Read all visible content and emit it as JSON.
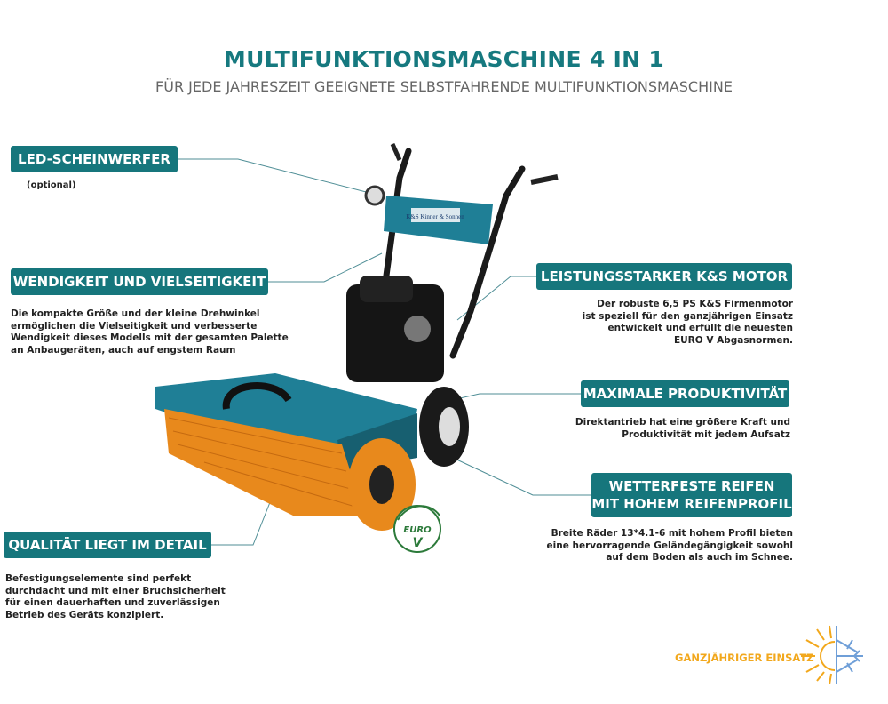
{
  "header": {
    "title": "MULTIFUNKTIONSMASCHINE 4 IN 1",
    "subtitle": "FÜR JEDE JAHRESZEIT GEEIGNETE SELBSTFAHRENDE MULTIFUNKTIONSMASCHINE"
  },
  "features": [
    {
      "label": "LED-SCHEINWERFER",
      "description": "(optional)"
    },
    {
      "label": "WENDIGKEIT UND VIELSEITIGKEIT",
      "description": "Die kompakte Größe und der kleine Drehwinkel\nermöglichen die Vielseitigkeit und verbesserte\nWendigkeit dieses Modells mit der gesamten Palette\nan Anbaugeräten, auch auf engstem Raum"
    },
    {
      "label": "LEISTUNGSSTARKER K&S MOTOR",
      "description": "Der robuste 6,5 PS K&S Firmenmotor\nist speziell für den ganzjährigen Einsatz\nentwickelt und erfüllt die neuesten\nEURO V Abgasnormen."
    },
    {
      "label": "MAXIMALE PRODUKTIVITÄT",
      "description": "Direktantrieb hat eine größere Kraft und\nProduktivität mit jedem Aufsatz"
    },
    {
      "label_line1": "WETTERFESTE REIFEN",
      "label_line2": "MIT HOHEM REIFENPROFIL",
      "description": "Breite Räder 13*4.1-6 mit hohem Profil bieten\neine hervorragende Geländegängigkeit sowohl\nauf dem Boden als auch im Schnee."
    },
    {
      "label": "QUALITÄT LIEGT IM DETAIL",
      "description": "Befestigungselemente sind perfekt\ndurchdacht und mit einer Bruchsicherheit\nfür einen dauerhaften und zuverlässigen\nBetrieb des Geräts konzipiert."
    }
  ],
  "product": {
    "brand_plate": "K&S Kinner & Sonnen",
    "emission_logo": "EURO V"
  },
  "season_badge": {
    "label": "GANZJÄHRIGER EINSATZ",
    "icon": "sun-snowflake-icon"
  },
  "colors": {
    "accent": "#16767c",
    "sun": "#f2a81d",
    "snow": "#6f9fd8",
    "brush": "#e8891c",
    "machine_blue": "#1f7f96"
  }
}
